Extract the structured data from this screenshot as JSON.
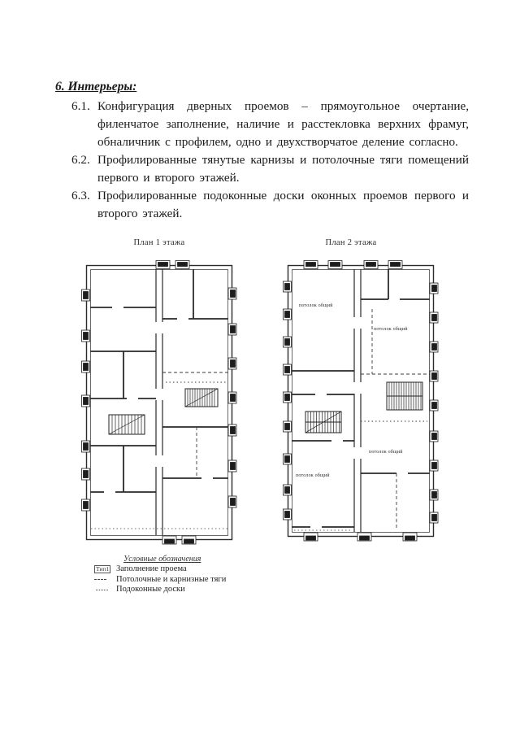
{
  "page": {
    "heading": "6. Интерьеры:",
    "items": [
      {
        "num": "6.1.",
        "text": "Конфигурация дверных проемов – прямоугольное очертание, филенчатое заполнение, наличие и расстекловка верхних фрамуг, обналичник с профилем, одно и двухстворчатое деление согласно."
      },
      {
        "num": "6.2.",
        "text": "Профилированные тянутые карнизы и потолочные тяги помещений первого и второго этажей."
      },
      {
        "num": "6.3.",
        "text": "Профилированные подоконные доски оконных проемов первого и второго этажей."
      }
    ]
  },
  "plans": {
    "plan1_title": "План 1 этажа",
    "plan2_title": "План 2 этажа",
    "room_label": "потолок общий"
  },
  "legend": {
    "heading": "Условные обозначения",
    "items": [
      {
        "symbol": "Тип1",
        "symbol_style": "boxed-text",
        "label": "Заполнение проема"
      },
      {
        "symbol": "dashed-line-icon",
        "symbol_style": "dashed",
        "label": "Потолочные и карнизные тяги"
      },
      {
        "symbol": "dotted-line-icon",
        "symbol_style": "dotted",
        "label": "Подоконные доски"
      }
    ]
  },
  "colors": {
    "paper": "#ffffff",
    "ink": "#1a1a1a",
    "plan_line": "#2a2a2a"
  }
}
